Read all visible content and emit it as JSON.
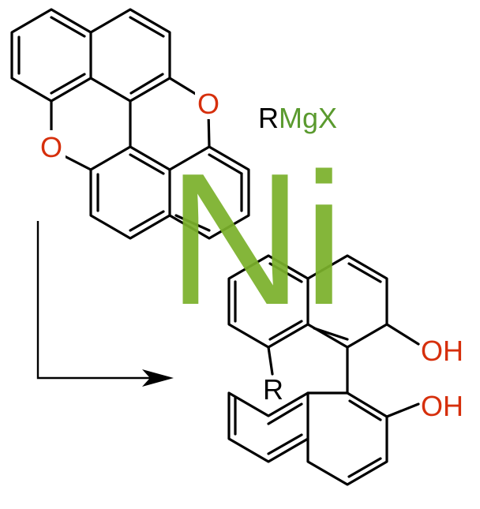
{
  "reagent": {
    "text_R": "R",
    "text_Mg": "Mg",
    "text_X": "X",
    "color_R": "#000000",
    "color_MgX": "#5a9a2e"
  },
  "catalyst": {
    "text": "Ni",
    "color": "#7bb02b"
  },
  "atoms": {
    "oxygen_label": "O",
    "oxygen_color": "#d62f0c",
    "substituent_label": "R",
    "hydroxyl_1": "OH",
    "hydroxyl_2": "OH",
    "hydroxyl_color": "#d62f0c"
  }
}
